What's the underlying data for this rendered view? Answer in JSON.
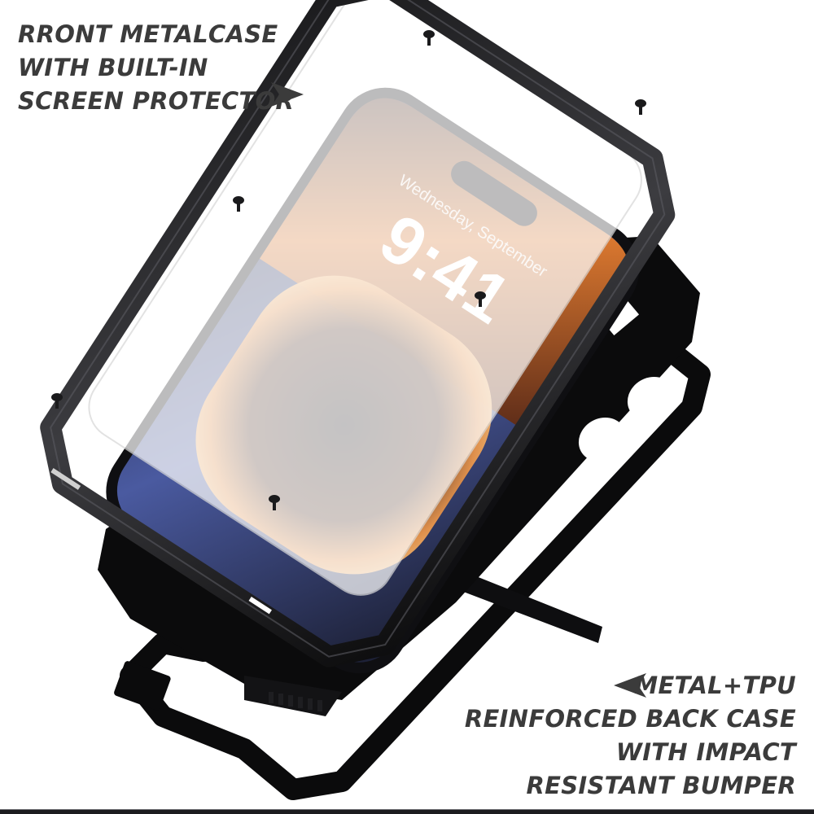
{
  "captions": {
    "top": {
      "lines": [
        "RRONT METALCASE",
        "WITH BUILT-IN",
        "SCREEN PROTECTOR"
      ],
      "arrow": "arrow-right-icon"
    },
    "bottom": {
      "lines": [
        "METAL+TPU",
        "REINFORCED BACK CASE",
        "WITH IMPACT",
        "RESISTANT BUMPER"
      ],
      "arrow": "arrow-left-icon"
    }
  },
  "phone": {
    "lock_screen": {
      "date": "Wednesday, September",
      "time": "9:41"
    },
    "wallpaper_colors": {
      "orange": "#e0893f",
      "amber": "#f3b26a",
      "dark": "#2a2424",
      "blue": "#3d4d8c"
    }
  },
  "colors": {
    "text": "#3b3b3b",
    "case_black": "#0b0b0c",
    "case_highlight": "#4a4a4e",
    "background": "#ffffff"
  }
}
